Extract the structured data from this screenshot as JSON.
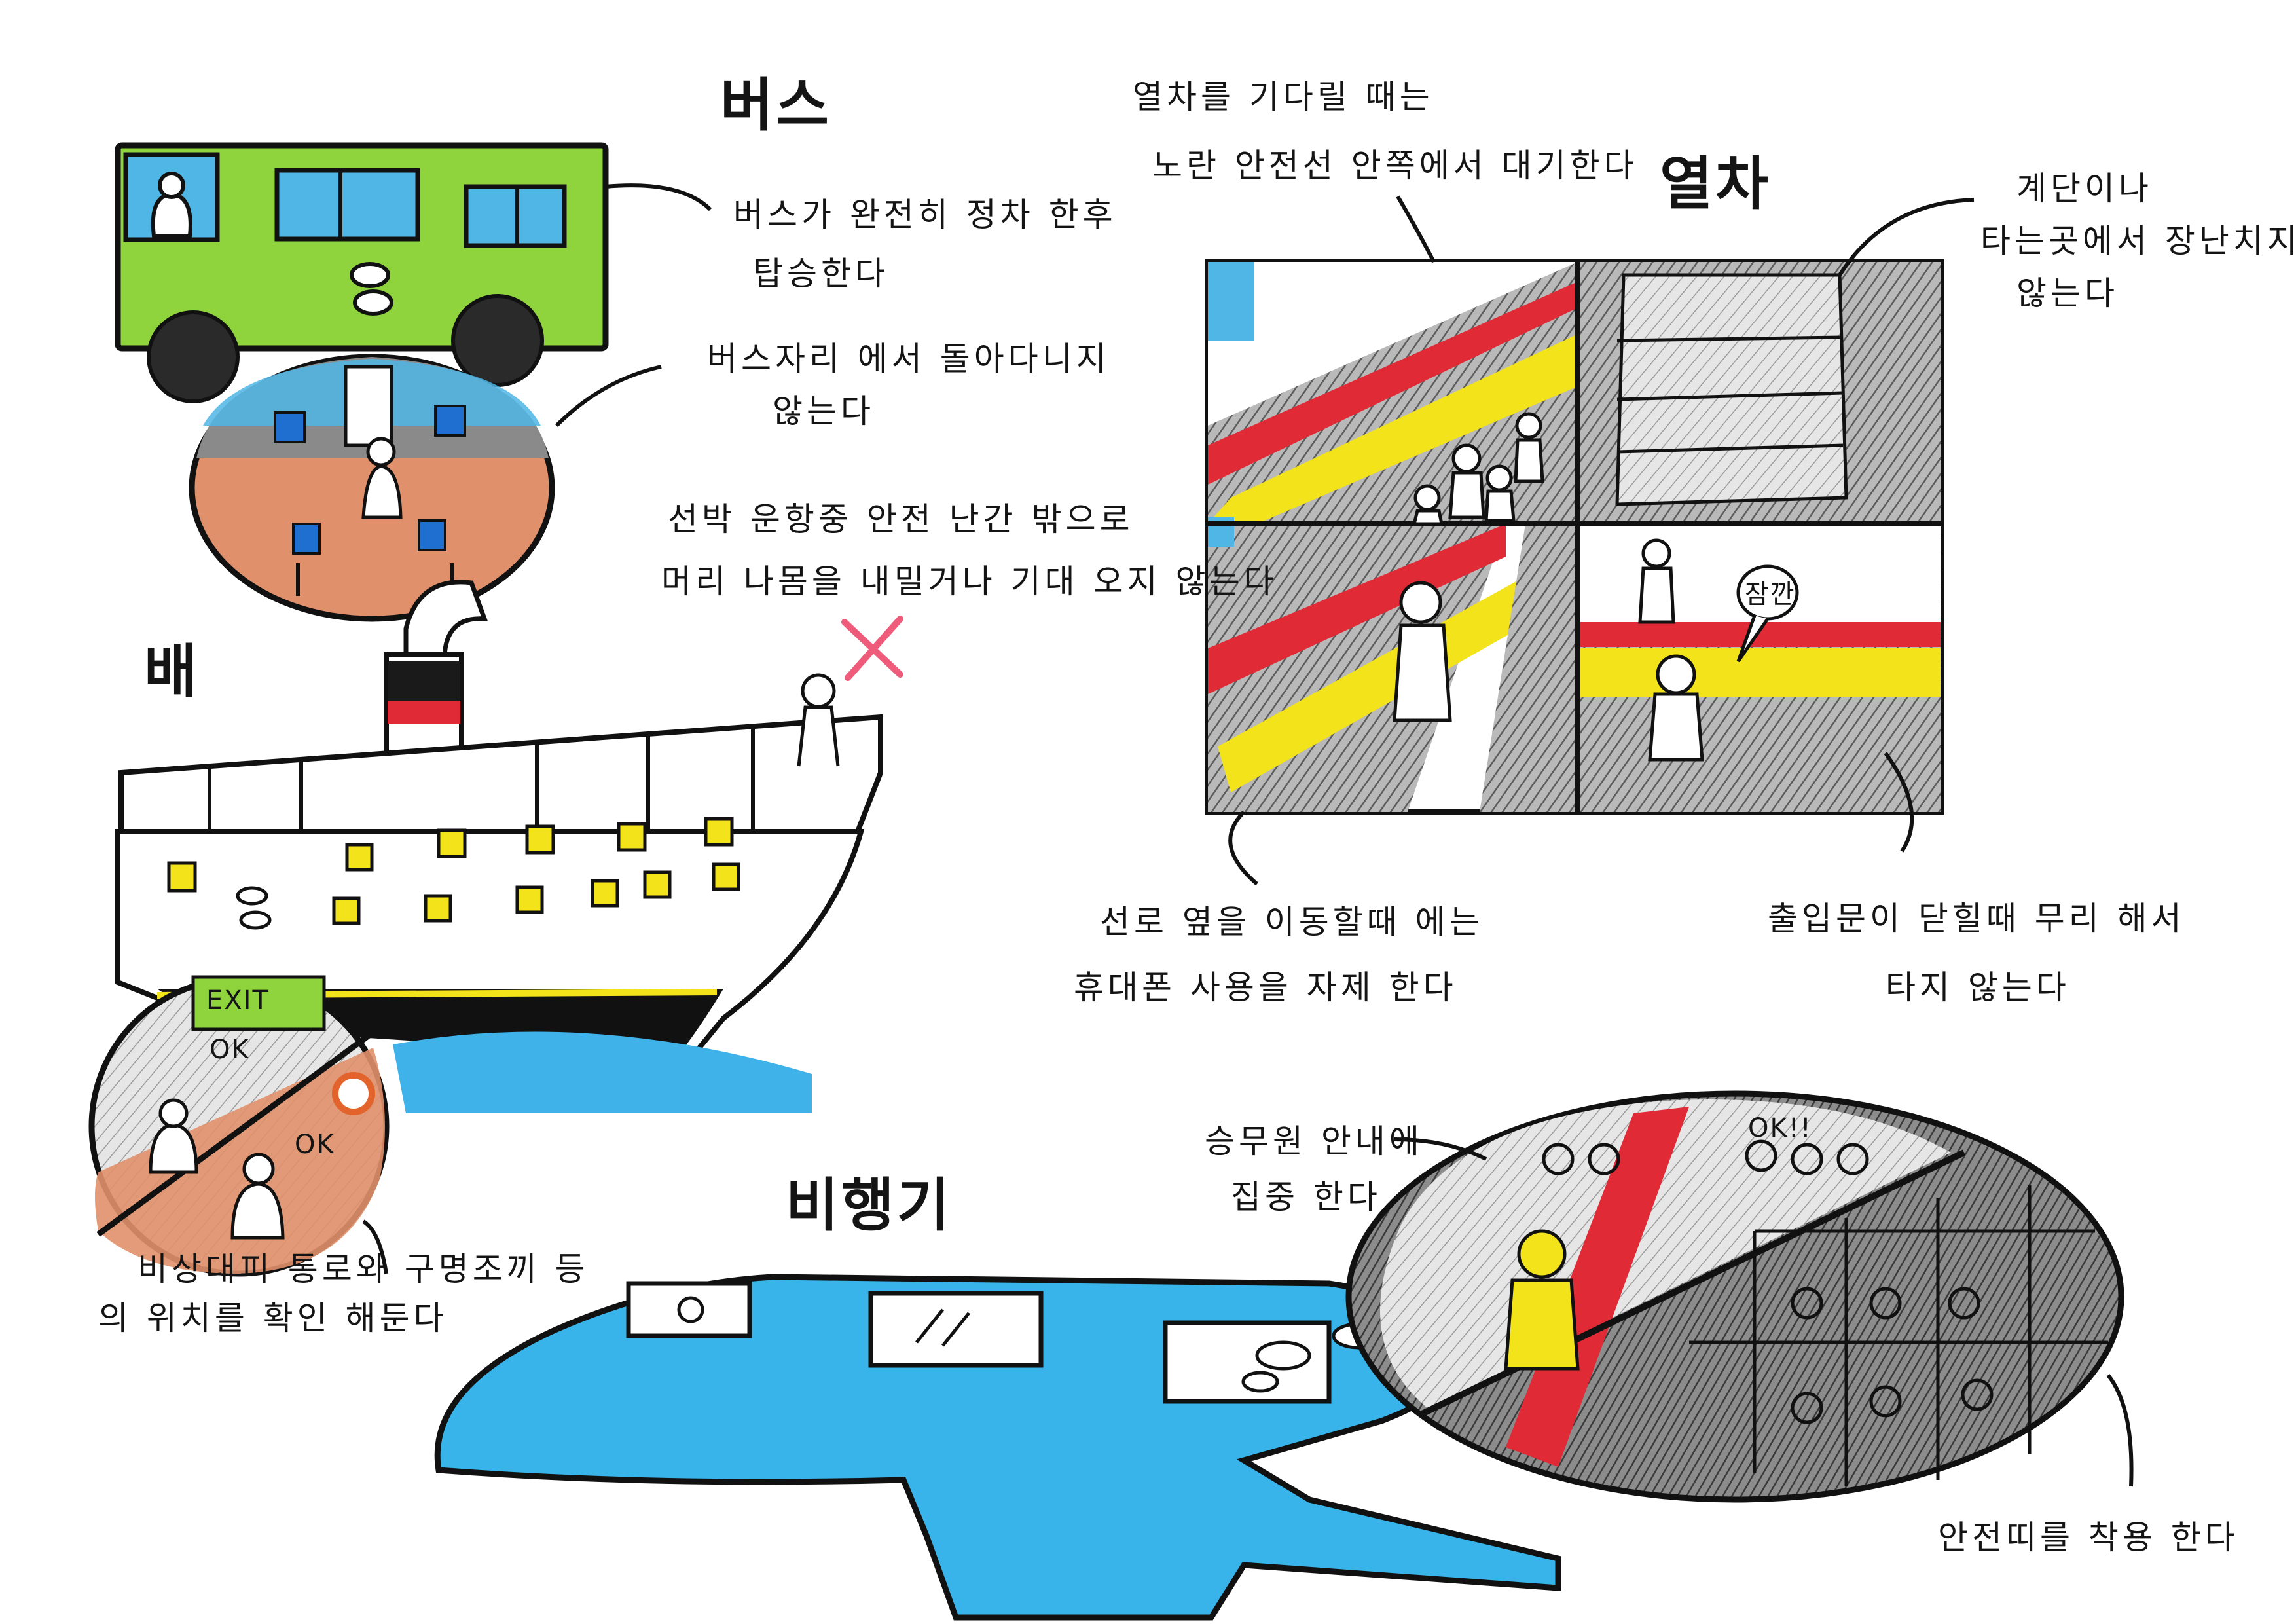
{
  "sections": {
    "bus": {
      "title": "버스",
      "tips": [
        {
          "line1": "버스가 완전히 정차 한후",
          "line2": "탑승한다"
        },
        {
          "line1": "버스자리 에서 돌아다니지",
          "line2": "않는다"
        }
      ]
    },
    "ship": {
      "title": "배",
      "tips": [
        {
          "line1": "선박 운항중 안전 난간 밖으로",
          "line2": "머리 나몸을 내밀거나 기대 오지 않는다"
        },
        {
          "line1": "비상대피 통로와 구명조끼 등",
          "line2": "의 위치를 확인 해둔다"
        }
      ],
      "exit_sign": "EXIT",
      "ok_labels": [
        "OK",
        "OK"
      ]
    },
    "train": {
      "title": "열차",
      "tips": [
        {
          "line1": "열차를 기다릴 때는",
          "line2": "노란 안전선 안쪽에서 대기한다"
        },
        {
          "line1": "계단이나",
          "line2": "타는곳에서 장난치지",
          "line3": "않는다"
        },
        {
          "line1": "선로 옆을 이동할때 에는",
          "line2": "휴대폰 사용을 자제 한다"
        },
        {
          "line1": "출입문이 닫힐때 무리 해서",
          "line2": "타지 않는다"
        }
      ],
      "speech_bubble": "잠깐"
    },
    "airplane": {
      "title": "비행기",
      "tips": [
        {
          "line1": "승무원 안내에",
          "line2": "집중 한다"
        },
        {
          "line1": "안전띠를 착용 한다"
        }
      ],
      "ok_label": "OK!!"
    }
  },
  "colors": {
    "bus_green": "#8fd43c",
    "window_blue": "#4fb6e6",
    "sea_blue": "#3fb2ea",
    "plane_blue": "#38b4ea",
    "safety_yellow": "#f3e31a",
    "warning_red": "#e02a36",
    "floor_orange": "#e0906a",
    "floor_gray": "#8a8a8a",
    "cross_pink": "#ef5b7a"
  }
}
